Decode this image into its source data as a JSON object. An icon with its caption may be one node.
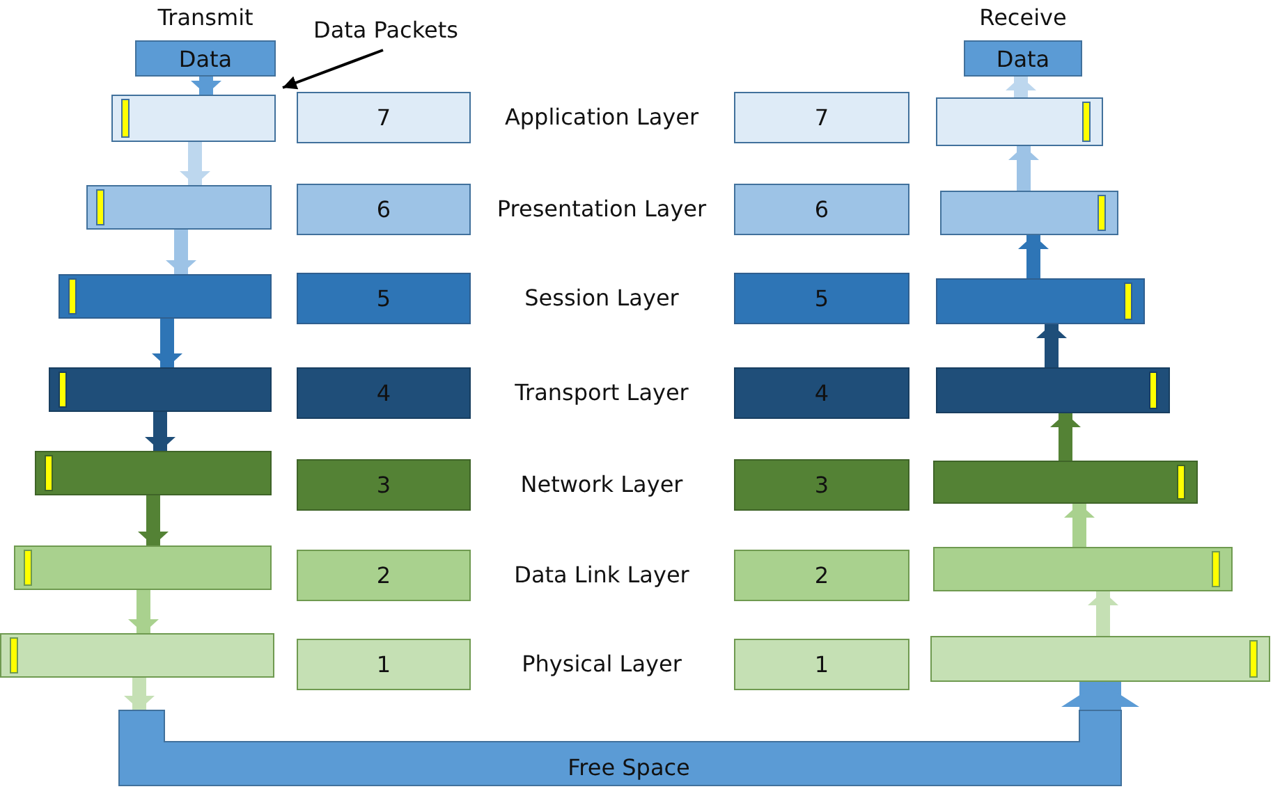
{
  "diagram": {
    "nodes": [
      {
        "text": [
          "Data"
        ],
        "beside": [
          "Transmit"
        ]
      },
      {
        "text": [
          "Data Packets"
        ]
      },
      {
        "text": [
          "Data"
        ],
        "beside": [
          "Receive"
        ]
      },
      {
        "text": [],
        "shape": "bar"
      },
      {
        "text": [
          "7"
        ]
      },
      {
        "text": [
          "7"
        ]
      },
      {
        "text": [],
        "shape": "bar"
      },
      {
        "text": [],
        "shape": "bar"
      },
      {
        "text": [
          "6"
        ]
      },
      {
        "text": [
          "6"
        ]
      },
      {
        "text": [],
        "shape": "bar"
      },
      {
        "text": [],
        "shape": "bar"
      },
      {
        "text": [
          "5"
        ]
      },
      {
        "text": [
          "5"
        ]
      },
      {
        "text": [],
        "shape": "bar"
      },
      {
        "text": [],
        "shape": "bar"
      },
      {
        "text": [
          "4"
        ]
      },
      {
        "text": [
          "4"
        ]
      },
      {
        "text": [],
        "shape": "bar"
      },
      {
        "text": [],
        "shape": "bar"
      },
      {
        "text": [
          "3"
        ]
      },
      {
        "text": [
          "3"
        ]
      },
      {
        "text": [],
        "shape": "bar"
      },
      {
        "text": [],
        "shape": "bar"
      },
      {
        "text": [
          "2"
        ]
      },
      {
        "text": [
          "2"
        ]
      },
      {
        "text": [],
        "shape": "bar"
      },
      {
        "text": [],
        "shape": "bar"
      },
      {
        "text": [
          "1"
        ]
      },
      {
        "text": [
          "1"
        ]
      },
      {
        "text": [],
        "shape": "bar"
      },
      {
        "text": [
          "Free Space"
        ]
      }
    ],
    "edges": [
      {
        "from": 0,
        "to": 3,
        "arrow": "to",
        "color": "#5b9bd5"
      },
      {
        "from": 3,
        "to": 7,
        "arrow": "to",
        "color": "#bdd7ee"
      },
      {
        "from": 7,
        "to": 11,
        "arrow": "to",
        "color": "#9dc3e6"
      },
      {
        "from": 11,
        "to": 15,
        "arrow": "to",
        "color": "#2e75b6"
      },
      {
        "from": 15,
        "to": 19,
        "arrow": "to",
        "color": "#1f4e79"
      },
      {
        "from": 19,
        "to": 23,
        "arrow": "to",
        "color": "#548235"
      },
      {
        "from": 23,
        "to": 27,
        "arrow": "to",
        "color": "#a9d18e"
      },
      {
        "from": 27,
        "to": 31,
        "arrow": "to",
        "color": "#c5e0b4"
      },
      {
        "from": 31,
        "to": 30,
        "arrow": "to",
        "style": "thick",
        "color": "#5b9bd5"
      },
      {
        "from": 30,
        "to": 26,
        "arrow": "to",
        "color": "#c5e0b4"
      },
      {
        "from": 26,
        "to": 22,
        "arrow": "to",
        "color": "#a9d18e"
      },
      {
        "from": 22,
        "to": 18,
        "arrow": "to",
        "color": "#548235"
      },
      {
        "from": 18,
        "to": 14,
        "arrow": "to",
        "color": "#1f4e79"
      },
      {
        "from": 14,
        "to": 10,
        "arrow": "to",
        "color": "#2e75b6"
      },
      {
        "from": 10,
        "to": 6,
        "arrow": "to",
        "color": "#9dc3e6"
      },
      {
        "from": 6,
        "to": 2,
        "arrow": "to",
        "color": "#bdd7ee"
      },
      {
        "from": 1,
        "to": 3,
        "arrow": "to",
        "color": "#000000"
      }
    ],
    "labels": [
      "Application Layer",
      "Presentation Layer",
      "Session Layer",
      "Transport Layer",
      "Network Layer",
      "Data Link Layer",
      "Physical Layer"
    ]
  }
}
